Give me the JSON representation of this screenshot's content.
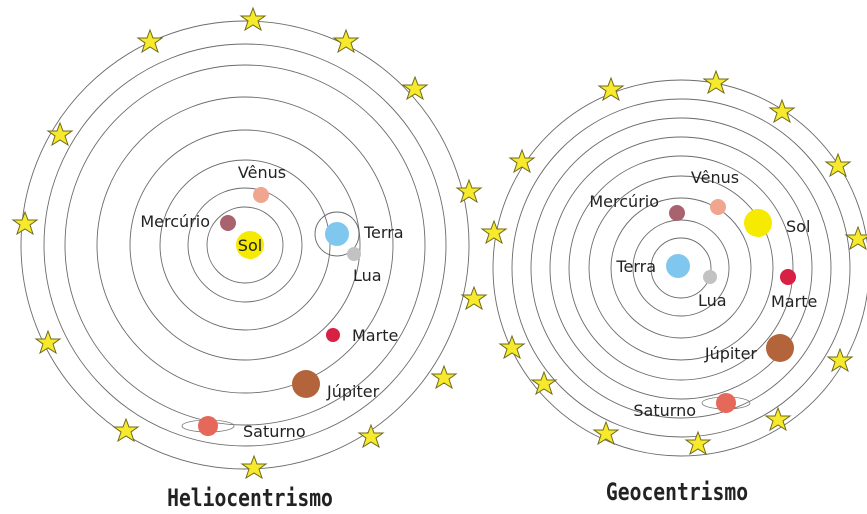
{
  "heliocentric": {
    "title": "Heliocentrismo",
    "sun_label": "Sol",
    "labels": {
      "venus": "Vênus",
      "mercury": "Mercúrio",
      "earth": "Terra",
      "moon": "Lua",
      "mars": "Marte",
      "jupiter": "Júpiter",
      "saturn": "Saturno"
    }
  },
  "geocentric": {
    "title": "Geocentrismo",
    "labels": {
      "venus": "Vênus",
      "mercury": "Mercúrio",
      "sun": "Sol",
      "earth": "Terra",
      "moon": "Lua",
      "mars": "Marte",
      "jupiter": "Júpiter",
      "saturn": "Saturno"
    }
  },
  "colors": {
    "sun": "#f6ea00",
    "mercury": "#a9636f",
    "venus": "#f0a58f",
    "earth": "#7fc7ee",
    "moon": "#c2c2c2",
    "mars": "#d81f44",
    "jupiter": "#b3643a",
    "saturn": "#e6685a",
    "star": "#f7e92b"
  }
}
